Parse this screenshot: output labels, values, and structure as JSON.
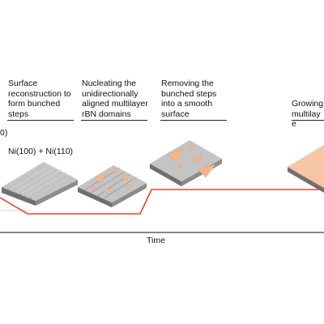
{
  "stages": [
    {
      "label": "Surface reconstruction to form bunched steps"
    },
    {
      "label": "Nucleating the unidirectionally aligned multilayer rBN domains"
    },
    {
      "label": "Removing the bunched steps into a smooth surface"
    },
    {
      "label": "Growing multilaye"
    }
  ],
  "left_fragment": "0)",
  "substrate_label": "Ni(100) + Ni(110)",
  "x_axis_label": "Time",
  "colors": {
    "trace": "#e8482c",
    "domain_fill": "#f4b58c",
    "film_fill": "#f6c6a4",
    "substrate_top": "#bfbfbf",
    "substrate_side": "#7d7d7d"
  }
}
